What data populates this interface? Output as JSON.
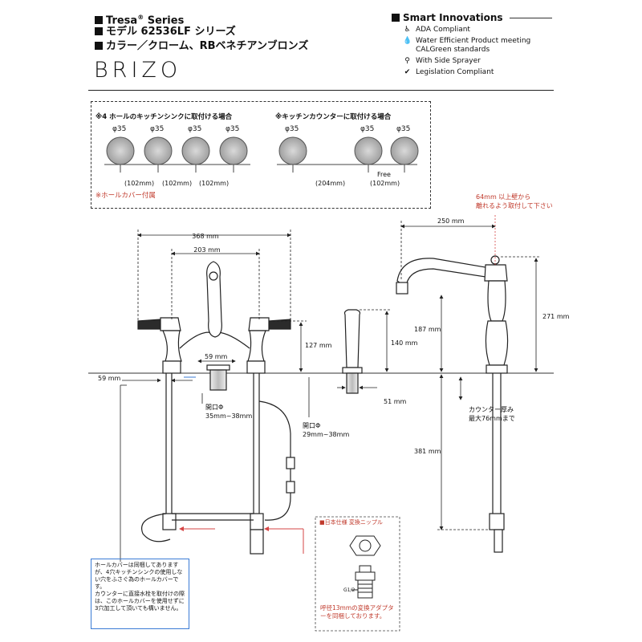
{
  "header": {
    "series_name": "Tresa",
    "series_reg": "®",
    "series_suffix": " Series",
    "model": "モデル 62536LF シリーズ",
    "colors": "カラー／クローム、RBベネチアンブロンズ",
    "logo": "BRIZO"
  },
  "smart": {
    "title": "Smart Innovations",
    "items": [
      {
        "icon": "wheelchair-icon",
        "glyph": "♿",
        "text": "ADA Compliant"
      },
      {
        "icon": "droplet-icon",
        "glyph": "💧",
        "text": "Water Efficient Product meeting\nCALGreen standards"
      },
      {
        "icon": "sprayer-icon",
        "glyph": "⚲",
        "text": "With Side Sprayer"
      },
      {
        "icon": "check-circle-icon",
        "glyph": "✔",
        "text": "Legislation Compliant"
      }
    ]
  },
  "holes": {
    "left_title": "※4 ホールのキッチンシンクに取付ける場合",
    "right_title": "※キッチンカウンターに取付ける場合",
    "phi_label": "φ35",
    "left_spacing": [
      "(102mm)",
      "(102mm)",
      "(102mm)"
    ],
    "right_spacing": [
      "(204mm)",
      "(102mm)"
    ],
    "free_label": "Free",
    "cover_note": "※ホールカバー付属"
  },
  "dims": {
    "d368": "368 mm",
    "d203": "203 mm",
    "d127": "127 mm",
    "d59a": "59 mm",
    "d59b": "59 mm",
    "d140": "140 mm",
    "d51": "51 mm",
    "d250": "250 mm",
    "d187": "187 mm",
    "d271": "271 mm",
    "d381": "381 mm",
    "opening1": [
      "開口Φ",
      "35mm~38mm"
    ],
    "opening2": [
      "開口Φ",
      "29mm~38mm"
    ],
    "counter_thick": [
      "カウンター厚み",
      "最大76mmまで"
    ],
    "wall_note": [
      "64mm 以上壁から",
      "離れるよう取付して下さい"
    ]
  },
  "notes": {
    "cover_box": "ホールカバーは同梱してありますが、4穴キッチンシンクの使用しない穴をふさぐ為のホールカバーです。\nカウンターに直接水栓を取付けの際は、このホールカバーを使用せずに3穴加工して頂いても構いません。",
    "adapter_title": "■日本仕様 変換ニップル",
    "adapter_label": "G1/2",
    "adapter_note": "呼径13mmの変換アダプターを同梱しております。"
  },
  "colors": {
    "accent_red": "#c0392b",
    "arrow_red": "#d64545",
    "note_blue": "#3a7bd5"
  }
}
